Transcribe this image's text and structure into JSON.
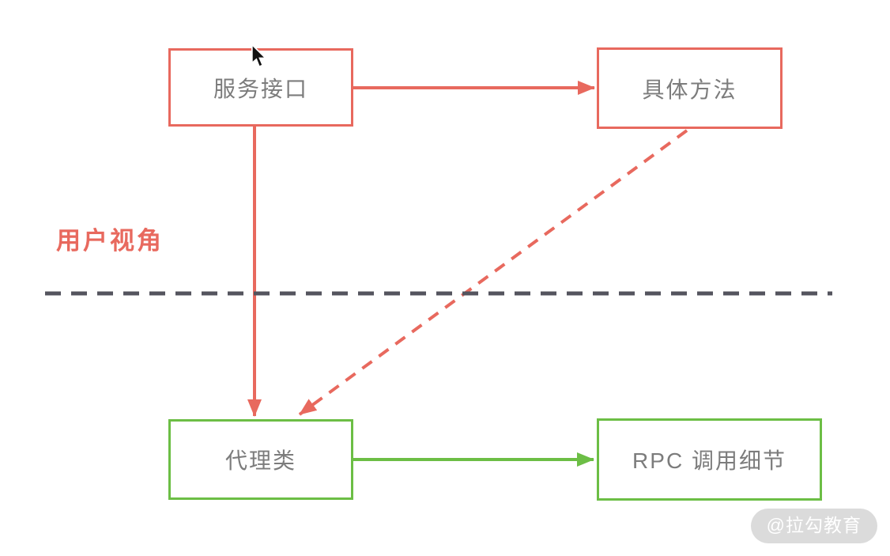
{
  "colors": {
    "red": "#E8695E",
    "green": "#6CBE45",
    "divider": "#54545E",
    "box_text": "#7C7C7C",
    "watermark_bg": "#DBDBDB",
    "watermark_text": "#FFFFFF",
    "canvas_bg": "#FFFFFF"
  },
  "diagram": {
    "section_label": "用户视角",
    "boxes": {
      "service_interface": {
        "label": "服务接口"
      },
      "concrete_method": {
        "label": "具体方法"
      },
      "proxy_class": {
        "label": "代理类"
      },
      "rpc_details": {
        "label": "RPC 调用细节"
      }
    },
    "edges": [
      {
        "from": "服务接口",
        "to": "具体方法",
        "style": "solid",
        "color": "red"
      },
      {
        "from": "服务接口",
        "to": "代理类",
        "style": "solid",
        "color": "red"
      },
      {
        "from": "具体方法",
        "to": "代理类",
        "style": "dashed",
        "color": "red"
      },
      {
        "from": "代理类",
        "to": "RPC 调用细节",
        "style": "solid",
        "color": "green"
      }
    ],
    "divider": {
      "style": "dashed",
      "orientation": "horizontal"
    }
  },
  "watermark": {
    "text": "@拉勾教育"
  }
}
